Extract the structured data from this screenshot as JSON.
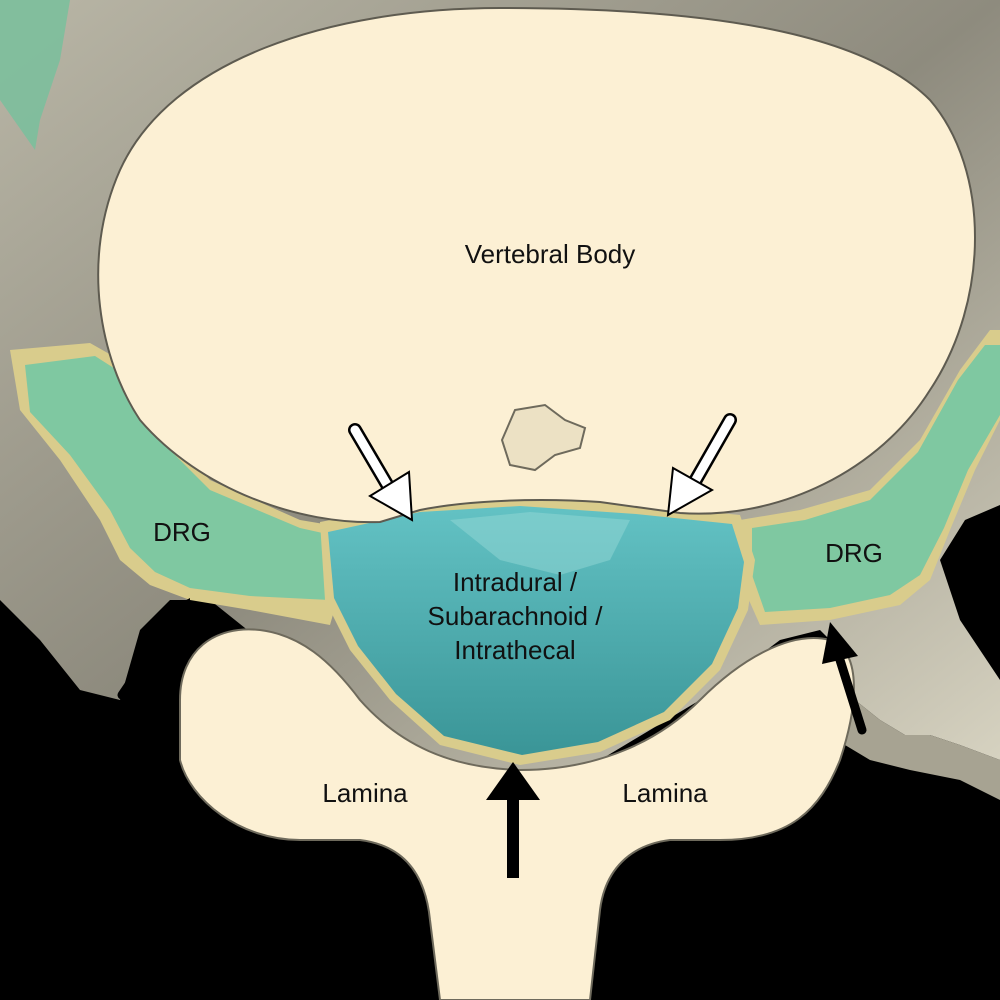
{
  "labels": {
    "vertebral_body": "Vertebral Body",
    "drg_left": "DRG",
    "drg_right": "DRG",
    "intradural_line1": "Intradural /",
    "intradural_line2": "Subarachnoid /",
    "intradural_line3": "Intrathecal",
    "lamina_left": "Lamina",
    "lamina_right": "Lamina"
  },
  "colors": {
    "bone_cream": "#fcf0d4",
    "bone_shadow": "#8b887a",
    "thecal_sac": "#4aa3a4",
    "drg_green": "#6fc7a4",
    "dural_outline": "#d9cc8c",
    "white_arrow": "#ffffff",
    "black_arrow": "#000000"
  }
}
